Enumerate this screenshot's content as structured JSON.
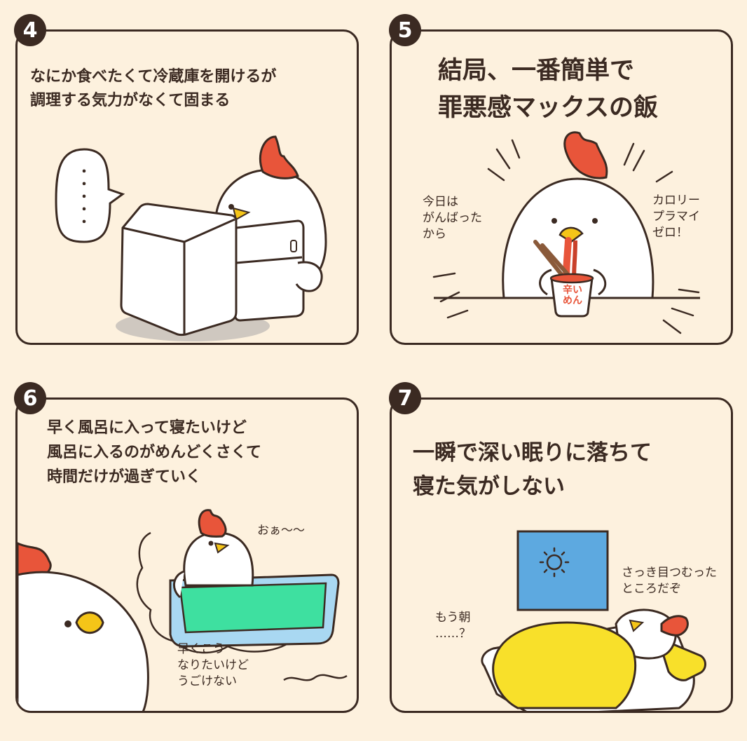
{
  "panels": [
    {
      "number": "4",
      "caption": "なにか食べたくて冷蔵庫を開けるが\n調理する気力がなくて固まる",
      "speech": "・・・・・"
    },
    {
      "number": "5",
      "caption": "結局、一番簡単で\n罪悪感マックスの飯",
      "left_text": "今日は\nがんばった\nから",
      "right_text": "カロリー\nプラマイ\nゼロ！",
      "cup_label": "辛い\nめん"
    },
    {
      "number": "6",
      "caption": "早く風呂に入って寝たいけど\n風呂に入るのがめんどくさくて\n時間だけが過ぎていく",
      "sigh": "おぁ〜〜",
      "wish": "早くこう\nなりたいけど\nうごけない"
    },
    {
      "number": "7",
      "caption": "一瞬で深い眠りに落ちて\n寝た気がしない",
      "left_text": "もう朝\n……？",
      "right_text": "さっき目つむった\nところだぞ"
    }
  ],
  "colors": {
    "background": "#fdf1de",
    "ink": "#3b2a22",
    "comb": "#e8553a",
    "beak": "#f5c518",
    "blanket": "#f8e02a",
    "window_sky": "#5da9e0",
    "bath_water": "#3ee0a0",
    "bath_tub": "#a9d8f2"
  }
}
